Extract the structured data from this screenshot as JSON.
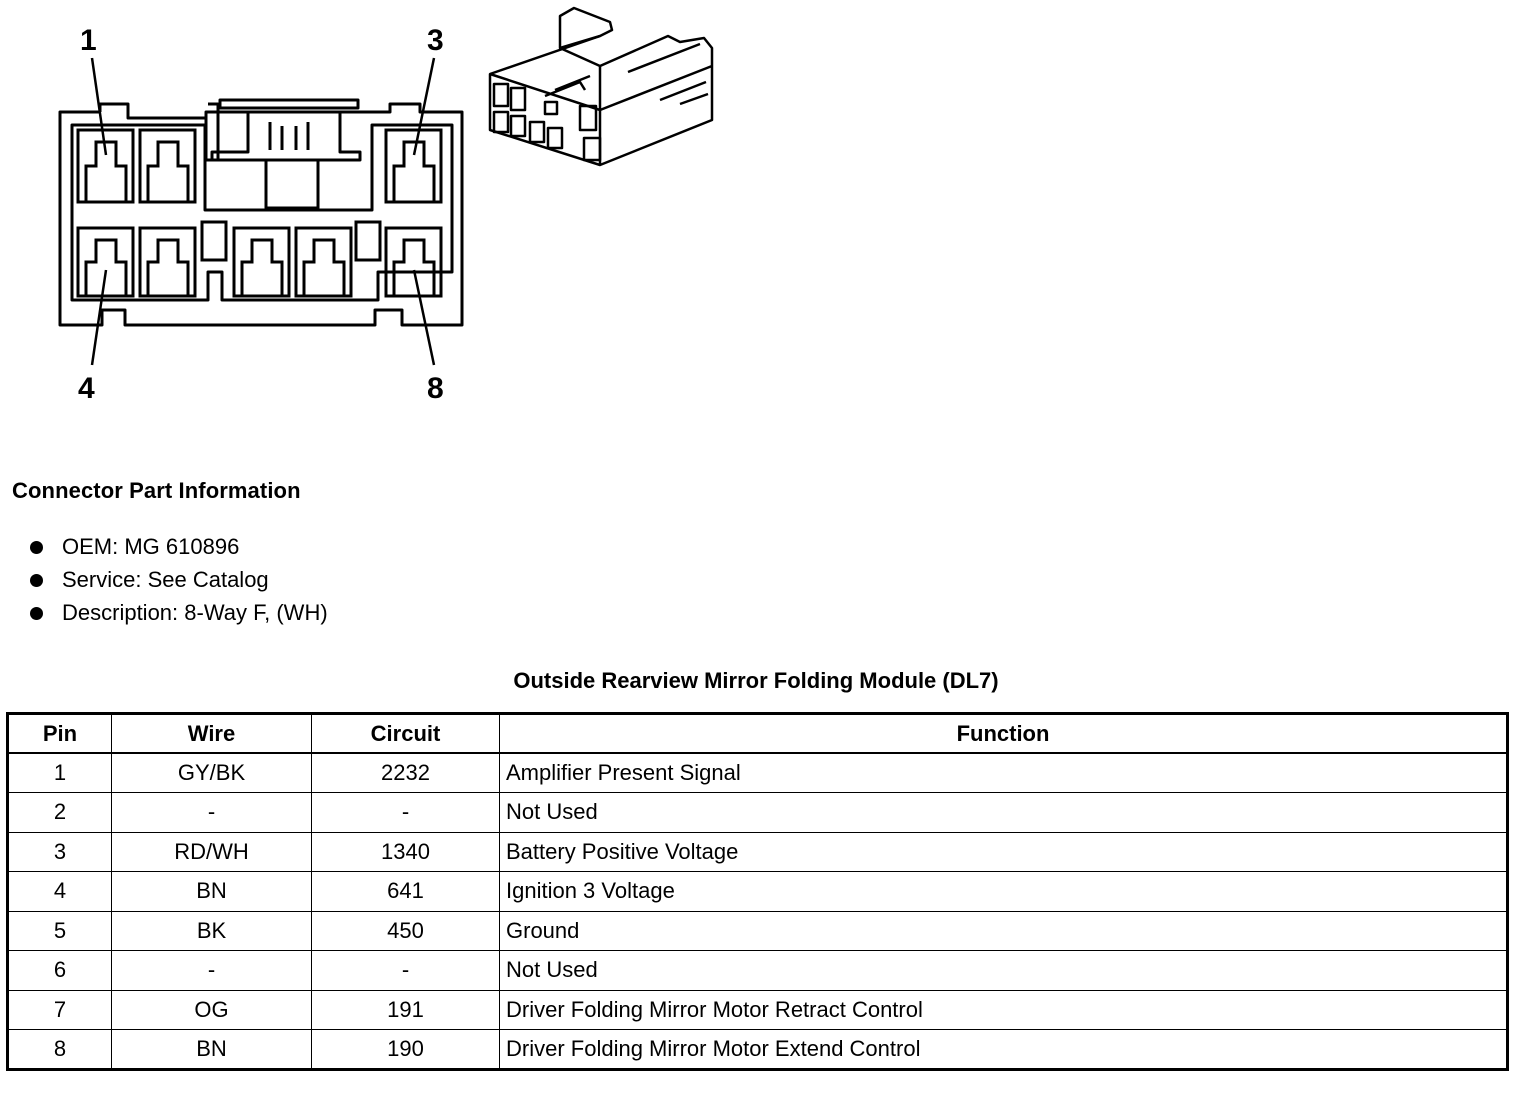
{
  "diagram": {
    "pin_labels": [
      "1",
      "3",
      "4",
      "8"
    ]
  },
  "connector_info": {
    "heading": "Connector Part Information",
    "items": [
      "OEM: MG 610896",
      "Service: See Catalog",
      "Description: 8-Way F, (WH)"
    ]
  },
  "table": {
    "title": "Outside Rearview Mirror Folding Module (DL7)",
    "headers": {
      "pin": "Pin",
      "wire": "Wire",
      "circuit": "Circuit",
      "function": "Function"
    },
    "rows": [
      {
        "pin": "1",
        "wire": "GY/BK",
        "circuit": "2232",
        "function": "Amplifier Present Signal"
      },
      {
        "pin": "2",
        "wire": "-",
        "circuit": "-",
        "function": "Not Used"
      },
      {
        "pin": "3",
        "wire": "RD/WH",
        "circuit": "1340",
        "function": "Battery Positive Voltage"
      },
      {
        "pin": "4",
        "wire": "BN",
        "circuit": "641",
        "function": "Ignition 3 Voltage"
      },
      {
        "pin": "5",
        "wire": "BK",
        "circuit": "450",
        "function": "Ground"
      },
      {
        "pin": "6",
        "wire": "-",
        "circuit": "-",
        "function": "Not Used"
      },
      {
        "pin": "7",
        "wire": "OG",
        "circuit": "191",
        "function": "Driver Folding Mirror Motor Retract Control"
      },
      {
        "pin": "8",
        "wire": "BN",
        "circuit": "190",
        "function": "Driver Folding Mirror Motor Extend Control"
      }
    ]
  }
}
